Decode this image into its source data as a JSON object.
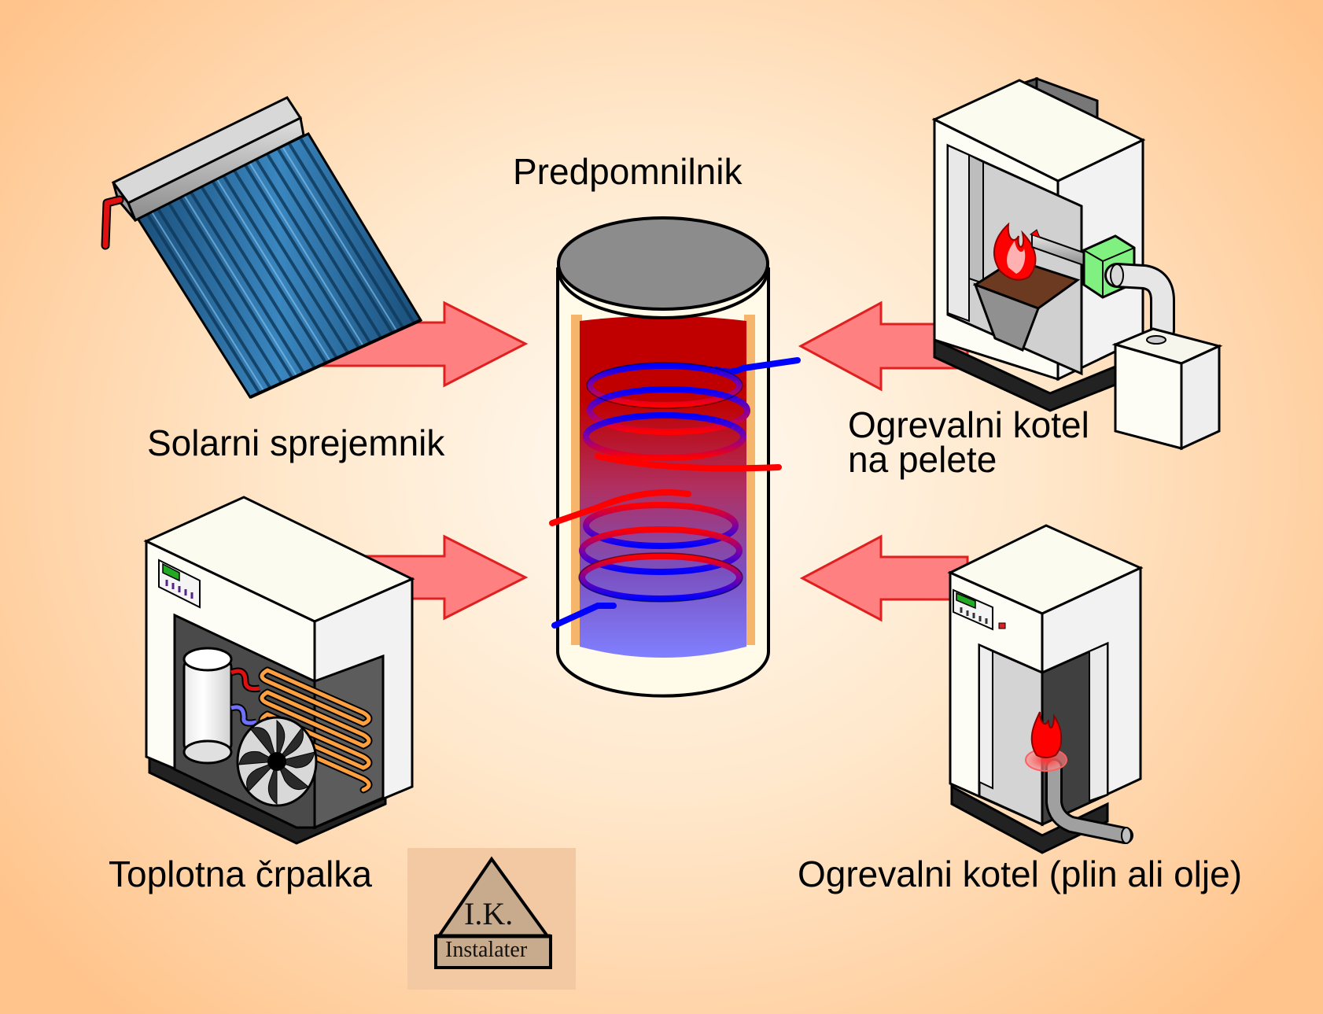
{
  "labels": {
    "tank": "Predpomnilnik",
    "solar": "Solarni sprejemnik",
    "pellet_line1": "Ogrevalni kotel",
    "pellet_line2": "na pelete",
    "heat_pump": "Toplotna črpalka",
    "gas_boiler": "Ogrevalni kotel (plin ali olje)"
  },
  "logo": {
    "initials": "I.K.",
    "name": "Instalater"
  },
  "icons": {
    "solar": "solar-collector-icon",
    "tank": "buffer-tank-icon",
    "pellet": "pellet-boiler-icon",
    "heat_pump": "heat-pump-icon",
    "gas": "gas-oil-boiler-icon"
  },
  "colors": {
    "arrow_fill": "#ff8080",
    "arrow_stroke": "#e02020",
    "hot_water": "#c00000",
    "cold_water": "#8080ff",
    "coil_hot": "#ff0000",
    "coil_cold": "#0000ff",
    "flame": "#ff0000"
  }
}
